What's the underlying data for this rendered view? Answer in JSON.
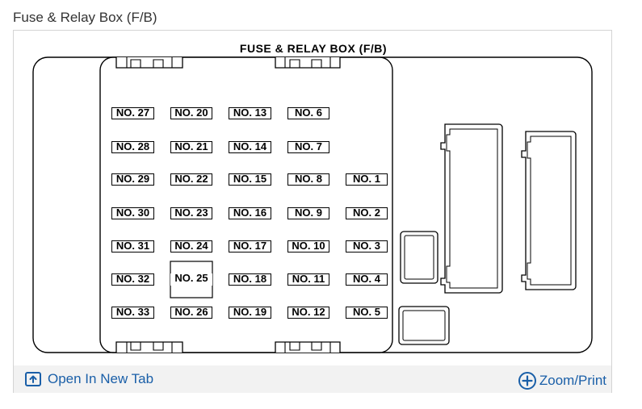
{
  "page": {
    "title": "Fuse & Relay Box (F/B)"
  },
  "diagram": {
    "title": "FUSE & RELAY BOX (F/B)",
    "fuses": [
      {
        "label": "NO. 27"
      },
      {
        "label": "NO. 20"
      },
      {
        "label": "NO. 13"
      },
      {
        "label": "NO. 6"
      },
      {
        "label": "NO. 28"
      },
      {
        "label": "NO. 21"
      },
      {
        "label": "NO. 14"
      },
      {
        "label": "NO. 7"
      },
      {
        "label": "NO. 29"
      },
      {
        "label": "NO. 22"
      },
      {
        "label": "NO. 15"
      },
      {
        "label": "NO. 8"
      },
      {
        "label": "NO. 1"
      },
      {
        "label": "NO. 30"
      },
      {
        "label": "NO. 23"
      },
      {
        "label": "NO. 16"
      },
      {
        "label": "NO. 9"
      },
      {
        "label": "NO. 2"
      },
      {
        "label": "NO. 31"
      },
      {
        "label": "NO. 24"
      },
      {
        "label": "NO. 17"
      },
      {
        "label": "NO. 10"
      },
      {
        "label": "NO. 3"
      },
      {
        "label": "NO. 32"
      },
      {
        "label": "NO. 25"
      },
      {
        "label": "NO. 18"
      },
      {
        "label": "NO. 11"
      },
      {
        "label": "NO. 4"
      },
      {
        "label": "NO. 33"
      },
      {
        "label": "NO. 26"
      },
      {
        "label": "NO. 19"
      },
      {
        "label": "NO. 12"
      },
      {
        "label": "NO. 5"
      }
    ]
  },
  "footer": {
    "open_tab_label": "Open In New Tab",
    "open_tab_icon": "open-in-new-tab-icon",
    "zoom_label": "Zoom/Print",
    "zoom_icon": "zoom-plus-icon",
    "link_color": "#1a5fa8"
  }
}
